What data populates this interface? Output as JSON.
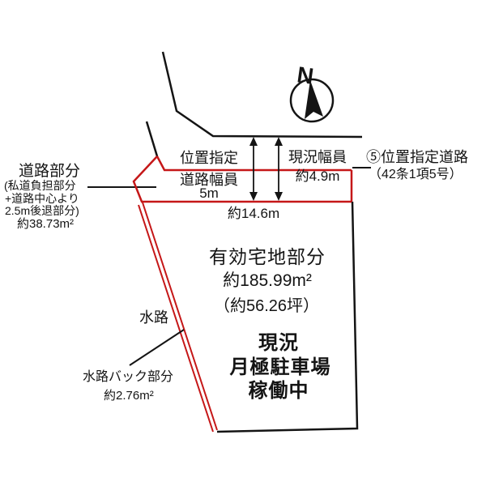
{
  "colors": {
    "boundary_red": "#c51718",
    "ink": "#141414"
  },
  "compass": {
    "north_label": "N"
  },
  "road_labels": {
    "designated": {
      "l1": "位置指定",
      "l2": "道路幅員",
      "l3": "5m"
    },
    "current": {
      "l1": "現況幅員",
      "l2": "約4.9m"
    },
    "road_type": {
      "l1": "⑤位置指定道路",
      "l2": "（42条1項5号）"
    },
    "frontage": "約14.6m"
  },
  "road_part": {
    "l1": "道路部分",
    "l2": "(私道負担部分",
    "l3": "+道路中心より",
    "l4": "2.5m後退部分)",
    "l5": "約38.73m²"
  },
  "site": {
    "l1": "有効宅地部分",
    "l2": "約185.99m²",
    "l3": "（約56.26坪）",
    "s1": "現況",
    "s2": "月極駐車場",
    "s3": "稼働中"
  },
  "waterway": {
    "label": "水路",
    "back_l1": "水路バック部分",
    "back_l2": "約2.76m²"
  }
}
